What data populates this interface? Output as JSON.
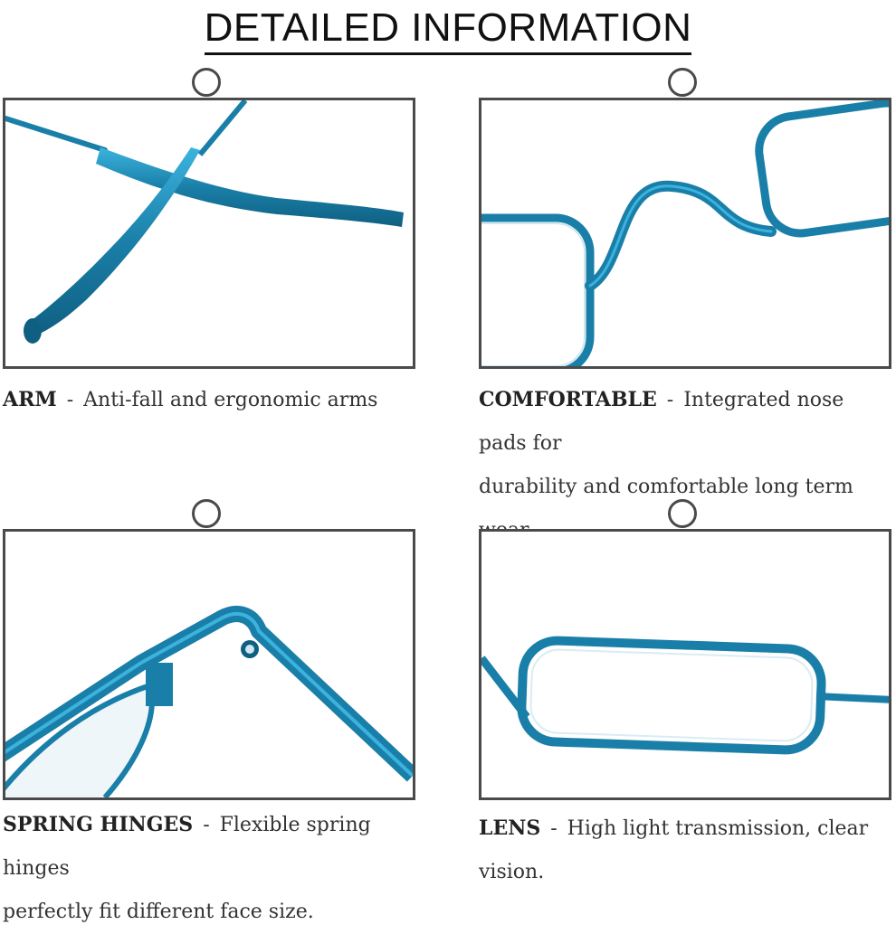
{
  "title": "DETAILED INFORMATION",
  "colors": {
    "frame": "#1a7fa8",
    "frame_light": "#3bb3de",
    "border": "#4a4a4a"
  },
  "panels": [
    {
      "heading": "ARM",
      "separator": " -  ",
      "line1": "Anti-fall and ergonomic arms",
      "line2": ""
    },
    {
      "heading": "COMFORTABLE",
      "separator": " - ",
      "line1": "Integrated nose pads for",
      "line2": "durability and comfortable long term wear."
    },
    {
      "heading": "SPRING HINGES",
      "separator": " - ",
      "line1": "Flexible spring hinges",
      "line2": "perfectly fit different face size."
    },
    {
      "heading": "LENS",
      "separator": " - ",
      "line1": "High light transmission, clear vision.",
      "line2": ""
    }
  ]
}
